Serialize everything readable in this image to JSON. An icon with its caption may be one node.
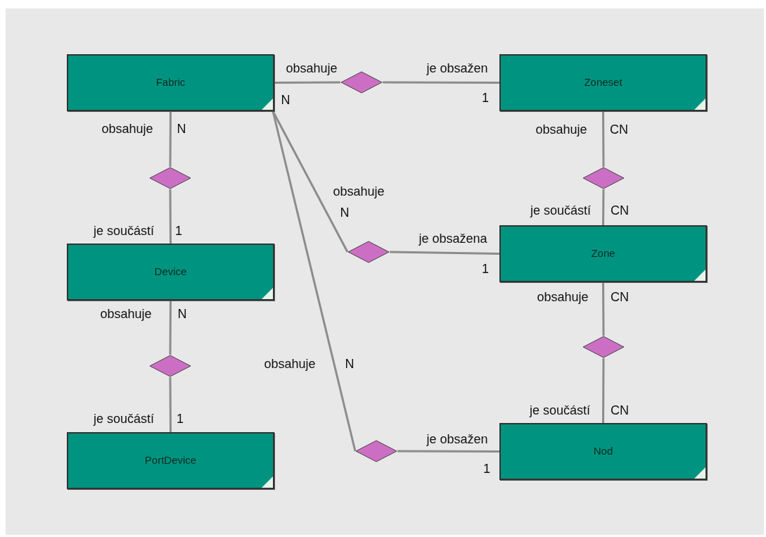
{
  "diagram": {
    "nodes": [
      {
        "text": [
          "Fabric"
        ]
      },
      {
        "text": [
          "Zoneset"
        ]
      },
      {
        "text": [
          "Device"
        ]
      },
      {
        "text": [
          "Zone"
        ]
      },
      {
        "text": [
          "PortDevice"
        ]
      },
      {
        "text": [
          "Nod"
        ]
      },
      {
        "text": [],
        "shape": "diamond"
      },
      {
        "text": [],
        "shape": "diamond"
      },
      {
        "text": [],
        "shape": "diamond"
      },
      {
        "text": [],
        "shape": "diamond"
      },
      {
        "text": [],
        "shape": "diamond"
      },
      {
        "text": [],
        "shape": "diamond"
      },
      {
        "text": [],
        "shape": "diamond"
      }
    ],
    "edges": [
      {
        "from": 0,
        "to": 6,
        "arrow": "none"
      },
      {
        "from": 6,
        "to": 1,
        "arrow": "none"
      },
      {
        "from": 0,
        "to": 7,
        "arrow": "none"
      },
      {
        "from": 7,
        "to": 2,
        "arrow": "none"
      },
      {
        "from": 1,
        "to": 8,
        "arrow": "none"
      },
      {
        "from": 8,
        "to": 3,
        "arrow": "none"
      },
      {
        "from": 0,
        "to": 9,
        "arrow": "none"
      },
      {
        "from": 9,
        "to": 3,
        "arrow": "none"
      },
      {
        "from": 3,
        "to": 10,
        "arrow": "none"
      },
      {
        "from": 10,
        "to": 5,
        "arrow": "none"
      },
      {
        "from": 2,
        "to": 11,
        "arrow": "none"
      },
      {
        "from": 11,
        "to": 4,
        "arrow": "none"
      },
      {
        "from": 0,
        "to": 12,
        "arrow": "none"
      },
      {
        "from": 12,
        "to": 5,
        "arrow": "none"
      }
    ],
    "labels": [
      "obsahuje",
      "je obsažen",
      "N",
      "1",
      "obsahuje",
      "N",
      "obsahuje",
      "CN",
      "obsahuje",
      "N",
      "je součástí",
      "CN",
      "je součástí",
      "1",
      "je obsažena",
      "1",
      "obsahuje",
      "CN",
      "obsahuje",
      "N",
      "obsahuje",
      "N",
      "je součástí",
      "CN",
      "je součástí",
      "1",
      "je obsažen",
      "1"
    ]
  }
}
